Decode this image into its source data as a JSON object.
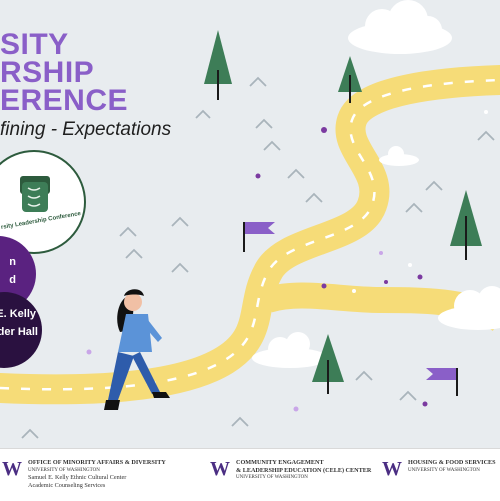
{
  "title": {
    "line1": "SITY",
    "line2": "RSHIP",
    "line3": "ERENCE",
    "subtitle": "fining - Expectations"
  },
  "badge": {
    "logo_text": "rsity Leadership Conference"
  },
  "info_circles": [
    {
      "line1": "n",
      "line2": "d"
    },
    {
      "line1": "E. Kelly",
      "line2": "der Hall"
    }
  ],
  "footer": {
    "org1": {
      "logo": "W",
      "name": "OFFICE OF MINORITY AFFAIRS & DIVERSITY",
      "uni": "UNIVERSITY of WASHINGTON",
      "sub1": "Samuel E. Kelly Ethnic Cultural Center",
      "sub2": "Academic Counseling Services"
    },
    "org2": {
      "logo": "W",
      "name1": "COMMUNITY ENGAGEMENT",
      "name2": "& LEADERSHIP EDUCATION (CELE) CENTER",
      "uni": "UNIVERSITY of WASHINGTON"
    },
    "org3": {
      "logo": "W",
      "name": "HOUSING & FOOD SERVICES",
      "uni": "UNIVERSITY of WASHINGTON"
    }
  },
  "colors": {
    "background": "#e8ecef",
    "road": "#f6dc78",
    "title_purple": "#8a5fc8",
    "dark_purple": "#2a1140",
    "tree_green": "#3d7d57",
    "flag_purple": "#8a5fc8",
    "uw_purple": "#4b2e83"
  }
}
